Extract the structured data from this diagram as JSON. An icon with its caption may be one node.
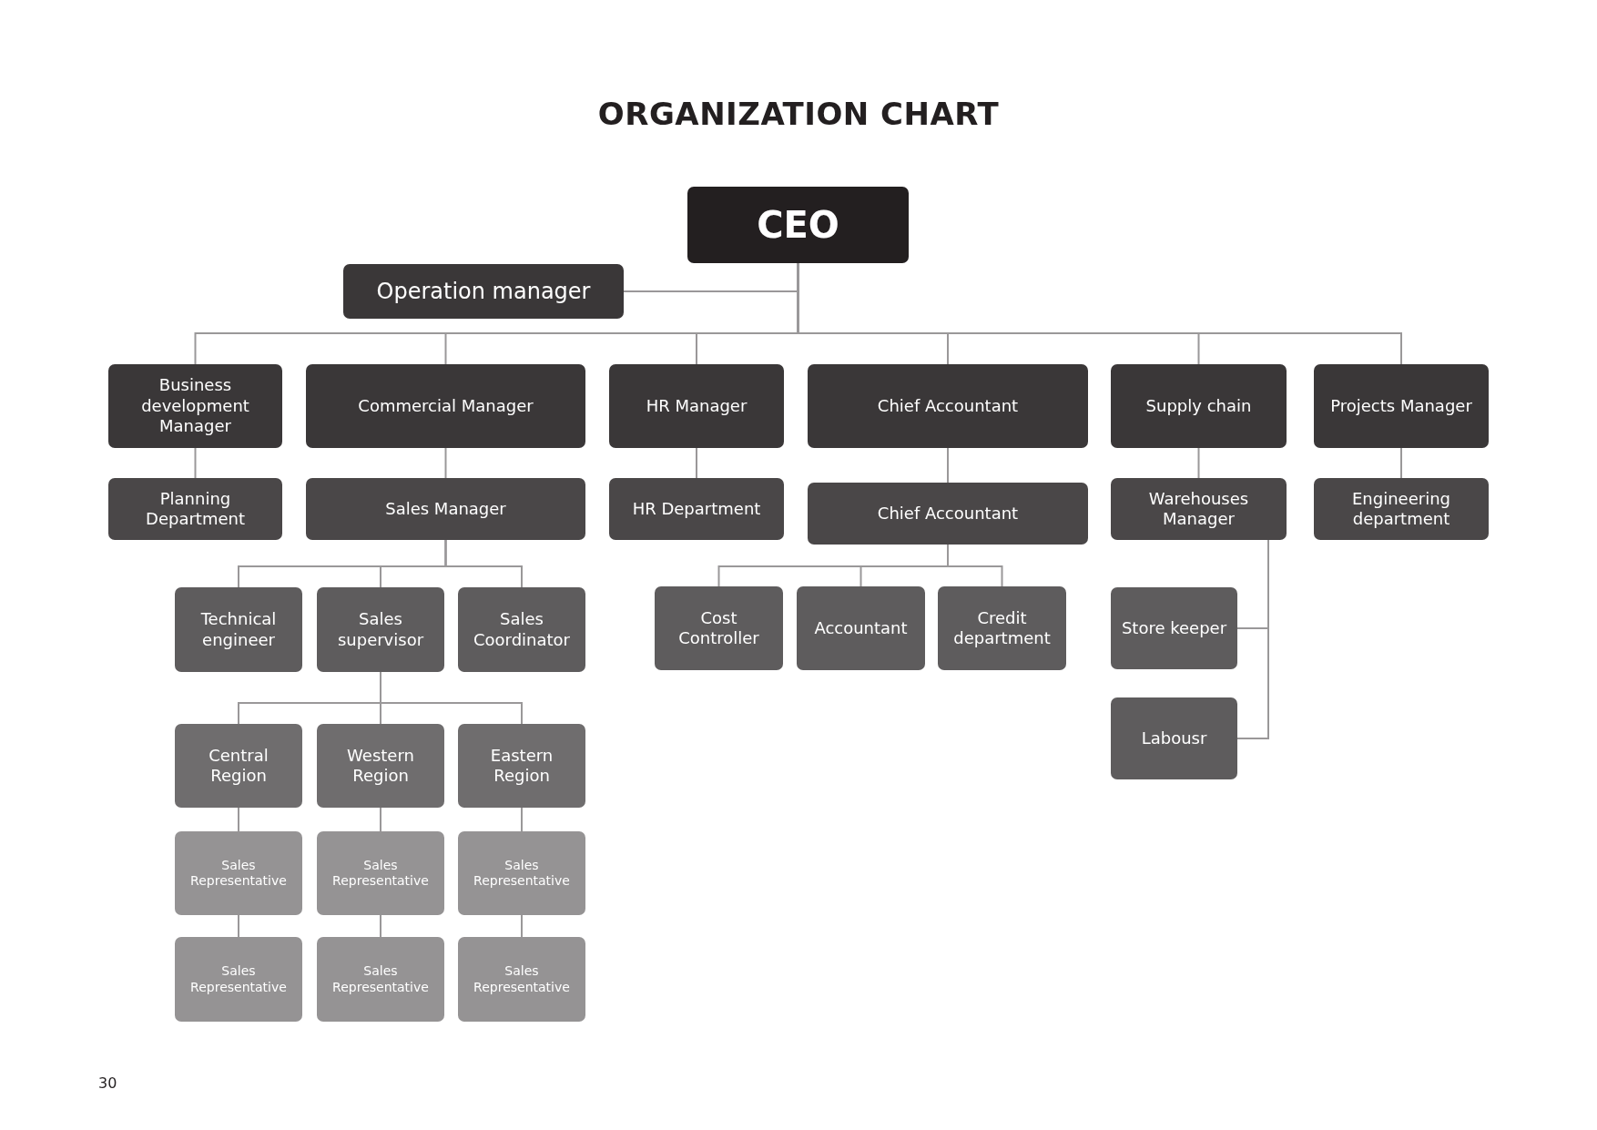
{
  "diagram": {
    "title": "ORGANIZATION CHART",
    "nodes": [
      {
        "text": [
          "CEO"
        ]
      },
      {
        "text": [
          "Operation manager"
        ]
      },
      {
        "text": [
          "Business development Manager"
        ]
      },
      {
        "text": [
          "Commercial Manager"
        ]
      },
      {
        "text": [
          "HR Manager"
        ]
      },
      {
        "text": [
          "Chief Accountant"
        ]
      },
      {
        "text": [
          "Supply chain"
        ]
      },
      {
        "text": [
          "Projects Manager"
        ]
      },
      {
        "text": [
          "Planning Department"
        ]
      },
      {
        "text": [
          "Sales Manager"
        ]
      },
      {
        "text": [
          "HR Department"
        ]
      },
      {
        "text": [
          "Chief Accountant"
        ]
      },
      {
        "text": [
          "Warehouses Manager"
        ]
      },
      {
        "text": [
          "Engineering department"
        ]
      },
      {
        "text": [
          "Technical engineer"
        ]
      },
      {
        "text": [
          "Sales supervisor"
        ]
      },
      {
        "text": [
          "Sales Coordinator"
        ]
      },
      {
        "text": [
          "Cost Controller"
        ]
      },
      {
        "text": [
          "Accountant"
        ]
      },
      {
        "text": [
          "Credit department"
        ]
      },
      {
        "text": [
          "Store keeper"
        ]
      },
      {
        "text": [
          "Labousr"
        ]
      },
      {
        "text": [
          "Central Region"
        ]
      },
      {
        "text": [
          "Western Region"
        ]
      },
      {
        "text": [
          "Eastern Region"
        ]
      },
      {
        "text": [
          "Sales Representative"
        ]
      },
      {
        "text": [
          "Sales Representative"
        ]
      },
      {
        "text": [
          "Sales Representative"
        ]
      },
      {
        "text": [
          "Sales Representative"
        ]
      },
      {
        "text": [
          "Sales Representative"
        ]
      },
      {
        "text": [
          "Sales Representative"
        ]
      }
    ],
    "edges": [
      {
        "from": 0,
        "to": 1,
        "arrow": "none"
      },
      {
        "from": 0,
        "to": 2,
        "arrow": "none"
      },
      {
        "from": 0,
        "to": 3,
        "arrow": "none"
      },
      {
        "from": 0,
        "to": 4,
        "arrow": "none"
      },
      {
        "from": 0,
        "to": 5,
        "arrow": "none"
      },
      {
        "from": 0,
        "to": 6,
        "arrow": "none"
      },
      {
        "from": 0,
        "to": 7,
        "arrow": "none"
      },
      {
        "from": 2,
        "to": 8,
        "arrow": "none"
      },
      {
        "from": 3,
        "to": 9,
        "arrow": "none"
      },
      {
        "from": 4,
        "to": 10,
        "arrow": "none"
      },
      {
        "from": 5,
        "to": 11,
        "arrow": "none"
      },
      {
        "from": 6,
        "to": 12,
        "arrow": "none"
      },
      {
        "from": 7,
        "to": 13,
        "arrow": "none"
      },
      {
        "from": 9,
        "to": 14,
        "arrow": "none"
      },
      {
        "from": 9,
        "to": 15,
        "arrow": "none"
      },
      {
        "from": 9,
        "to": 16,
        "arrow": "none"
      },
      {
        "from": 11,
        "to": 17,
        "arrow": "none"
      },
      {
        "from": 11,
        "to": 18,
        "arrow": "none"
      },
      {
        "from": 11,
        "to": 19,
        "arrow": "none"
      },
      {
        "from": 12,
        "to": 20,
        "arrow": "none"
      },
      {
        "from": 12,
        "to": 21,
        "arrow": "none"
      },
      {
        "from": 15,
        "to": 22,
        "arrow": "none"
      },
      {
        "from": 15,
        "to": 23,
        "arrow": "none"
      },
      {
        "from": 15,
        "to": 24,
        "arrow": "none"
      },
      {
        "from": 22,
        "to": 25,
        "arrow": "none"
      },
      {
        "from": 23,
        "to": 26,
        "arrow": "none"
      },
      {
        "from": 24,
        "to": 27,
        "arrow": "none"
      },
      {
        "from": 25,
        "to": 28,
        "arrow": "none"
      },
      {
        "from": 26,
        "to": 29,
        "arrow": "none"
      },
      {
        "from": 27,
        "to": 30,
        "arrow": "none"
      }
    ],
    "labels": [
      "30"
    ]
  }
}
